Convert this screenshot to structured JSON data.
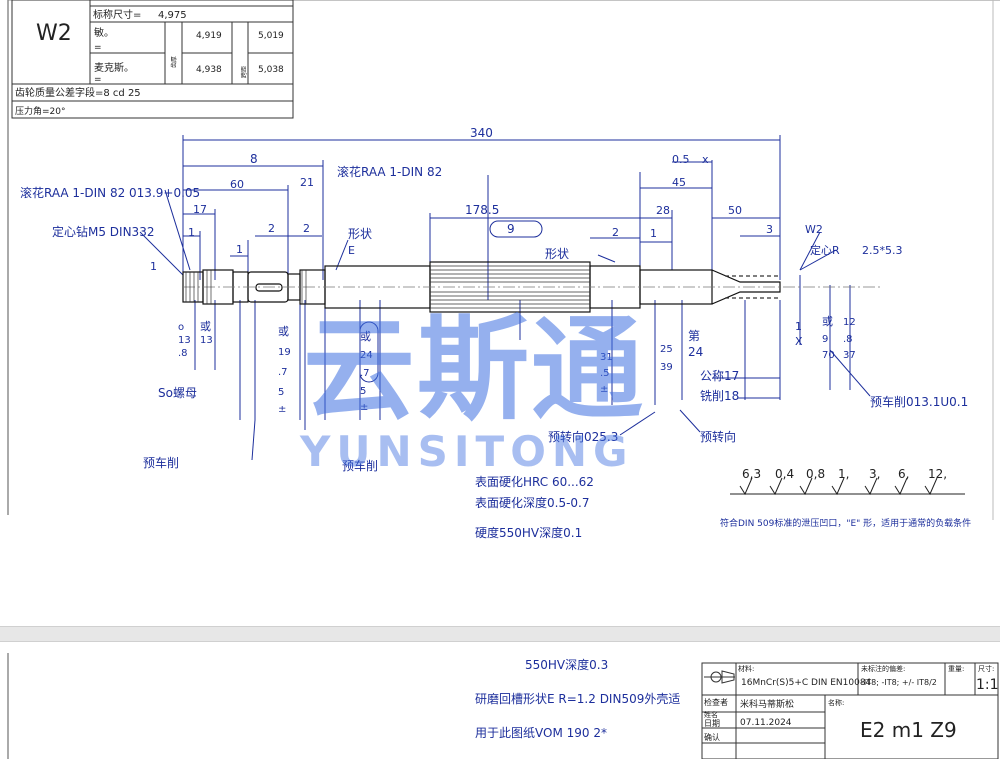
{
  "gear_table": {
    "id": "W2",
    "nominal_label": "标称尺寸=",
    "nominal_value": "4,975",
    "min_label": "敏。",
    "min_eq": "=",
    "min_val1": "4,919",
    "min_val2": "5,019",
    "max_label": "麦克斯。",
    "max_eq": "=",
    "max_val1": "4,938",
    "max_val2": "5,038",
    "side_label1": "齿厚",
    "side_label2": "跨距",
    "quality": "齿轮质量公差字段=8 cd 25",
    "pressure": "压力角=20°"
  },
  "dims": {
    "d340": "340",
    "d8": "8",
    "d21": "21",
    "d60": "60",
    "d17": "17",
    "d1a": "1",
    "d1b": "1",
    "d1c": "1",
    "d2a": "2",
    "d2b": "2",
    "d2c": "2",
    "d1785": "178.5",
    "d9": "9",
    "d05": "0.5",
    "dx": "x",
    "d45": "45",
    "d28": "28",
    "d50": "50",
    "d3": "3",
    "d1d": "1",
    "dW2": "W2",
    "d25x53": "2.5*5.3",
    "dcenter": "定心R",
    "dknurl1": "滚花RAA 1-DIN 82 013.9+0.05",
    "dknurl2": "滚花RAA 1-DIN 82",
    "dcenterdrill": "定心钻M5 DIN332",
    "dshape1": "形状",
    "dshapeE": "E",
    "dshape2": "形状",
    "dnut": "So螺母",
    "dprecut1": "预车削",
    "dprecut2": "预车削",
    "dprecut3": "预车削013.1U0.1",
    "dpreturn1": "预转向025.3",
    "dpreturn2": "预转向",
    "dmill": "铣削18",
    "dnominal": "公称17",
    "dfirst": "第",
    "d24": "24",
    "d1x": "1",
    "dX": "X"
  },
  "notes": {
    "hrc": "表面硬化HRC 60...62",
    "depth": "表面硬化深度0.5-0.7",
    "hv": "硬度550HV深度0.1",
    "din509": "符合DIN 509标准的泄压凹口，\"E\" 形，适用于通常的负载条件",
    "roughness": [
      "6,3",
      "0,4",
      "0,8",
      "1,",
      "3,",
      "6,",
      "12,"
    ]
  },
  "bottom_notes": {
    "hv": "550HV深度0.3",
    "grind": "研磨回槽形状E R=1.2 DIN509外壳适",
    "drawing": "用于此图纸VOM 190 2*"
  },
  "title_block": {
    "material_label": "材料:",
    "material": "16MnCr(S)5+C DIN EN10084",
    "tol_label": "未标注的偏差:",
    "tol_value": "-IT8; -IT8; +/- IT8/2",
    "weight_label": "重量:",
    "scale_label": "尺寸:",
    "scale": "1:1",
    "inspect_label": "检查者",
    "inspect_label2": "姓名",
    "inspector": "米科马蒂斯松",
    "date_label": "日期",
    "date": "07.11.2024",
    "confirm_label": "确认",
    "name_label": "名称:",
    "part_name": "E2 m1 Z9"
  },
  "watermark": {
    "cn": "云斯通",
    "en": "YUNSITONG"
  }
}
